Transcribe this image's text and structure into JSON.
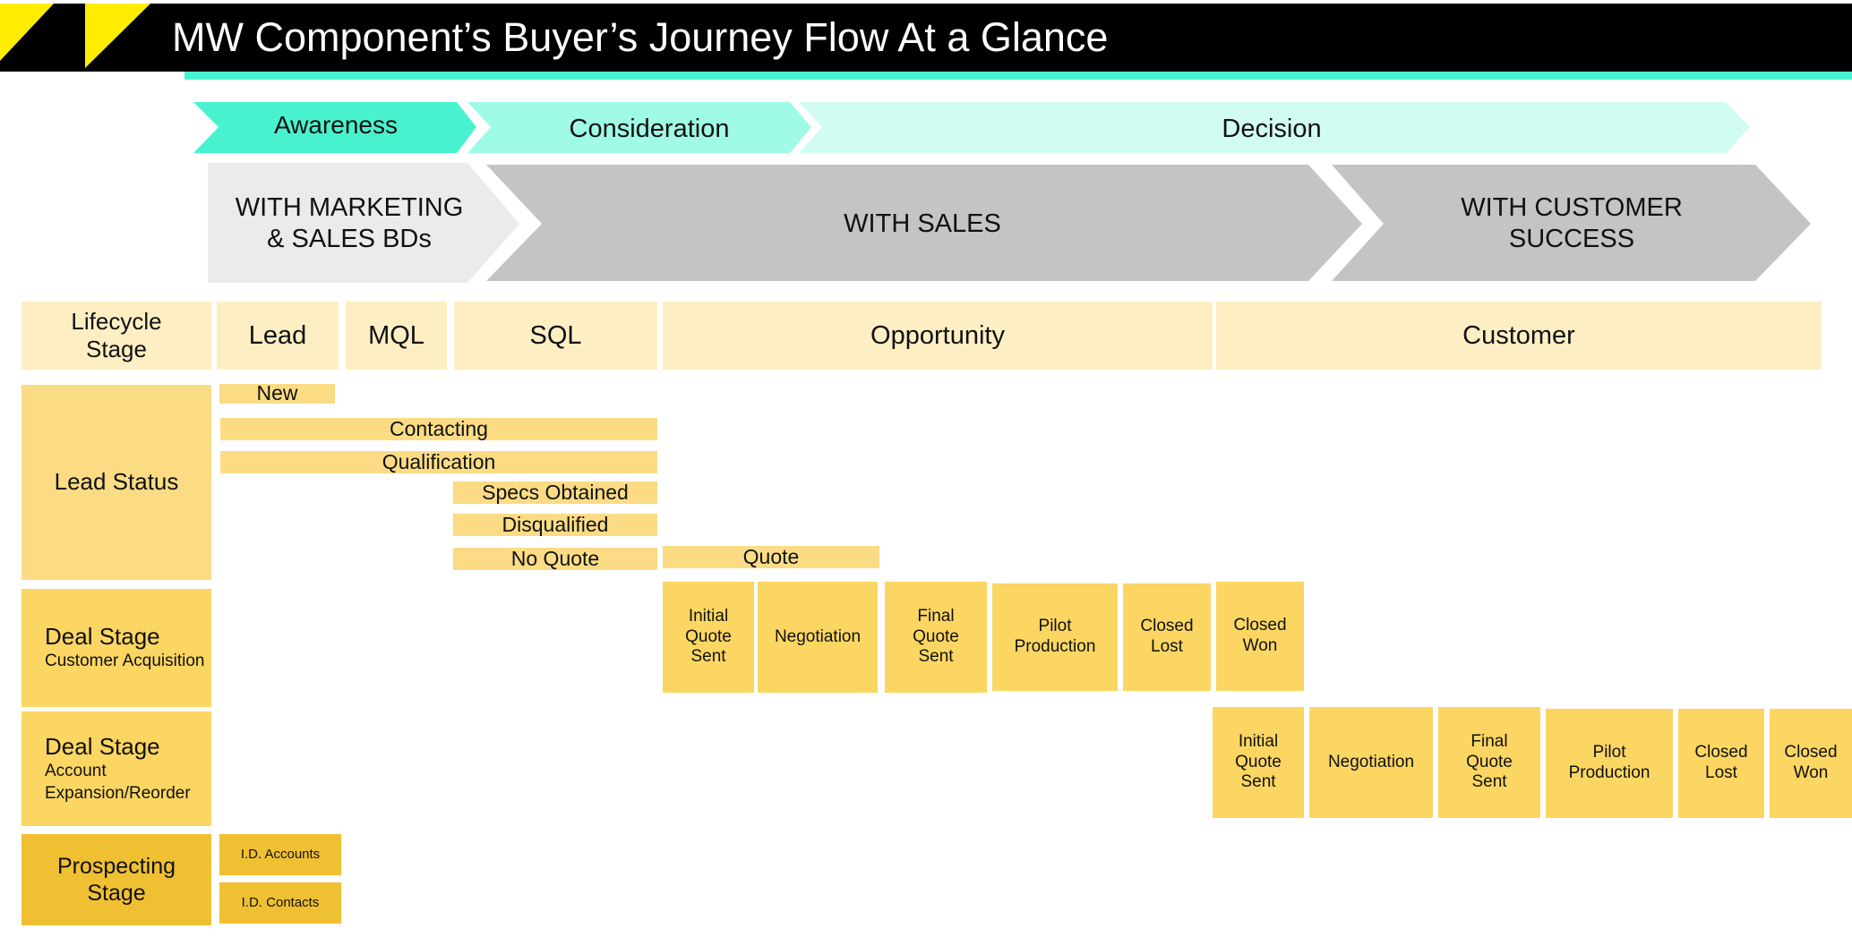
{
  "header": {
    "title": "MW Component’s Buyer’s Journey Flow At a Glance",
    "colors": {
      "bar": "#000000",
      "accent": "#48f2cf",
      "corner": "#ffed00"
    }
  },
  "journey_stages": [
    {
      "label": "Awareness",
      "color": "#48f2cf"
    },
    {
      "label": "Consideration",
      "color": "#9ffbe6"
    },
    {
      "label": "Decision",
      "color": "#d1fcf1"
    }
  ],
  "ownership": [
    {
      "label": "WITH MARKETING\n& SALES BDs",
      "color": "#ebebeb"
    },
    {
      "label": "WITH SALES",
      "color": "#c4c4c4"
    },
    {
      "label": "WITH CUSTOMER\nSUCCESS",
      "color": "#c4c4c4"
    }
  ],
  "lifecycle": {
    "header": "Lifecycle Stage",
    "stages": [
      "Lead",
      "MQL",
      "SQL",
      "Opportunity",
      "Customer"
    ]
  },
  "lead_status": {
    "header": "Lead Status",
    "items": [
      "New",
      "Contacting",
      "Qualification",
      "Specs Obtained",
      "Disqualified",
      "No Quote",
      "Quote"
    ]
  },
  "deal_stage_acquisition": {
    "title": "Deal Stage",
    "subtitle": "Customer Acquisition",
    "stages": [
      "Initial Quote Sent",
      "Negotiation",
      "Final Quote Sent",
      "Pilot Production",
      "Closed Lost",
      "Closed Won"
    ]
  },
  "deal_stage_expansion": {
    "title": "Deal Stage",
    "subtitle": "Account Expansion/Reorder",
    "stages": [
      "Initial Quote Sent",
      "Negotiation",
      "Final Quote Sent",
      "Pilot Production",
      "Closed Lost",
      "Closed Won"
    ]
  },
  "prospecting": {
    "header": "Prospecting Stage",
    "items": [
      "I.D. Accounts",
      "I.D. Contacts"
    ]
  },
  "palette": {
    "lifecycle": "#fdefc3",
    "lead_status": "#fbdc85",
    "deal_stage": "#fbd662",
    "prospecting": "#f0c033"
  }
}
